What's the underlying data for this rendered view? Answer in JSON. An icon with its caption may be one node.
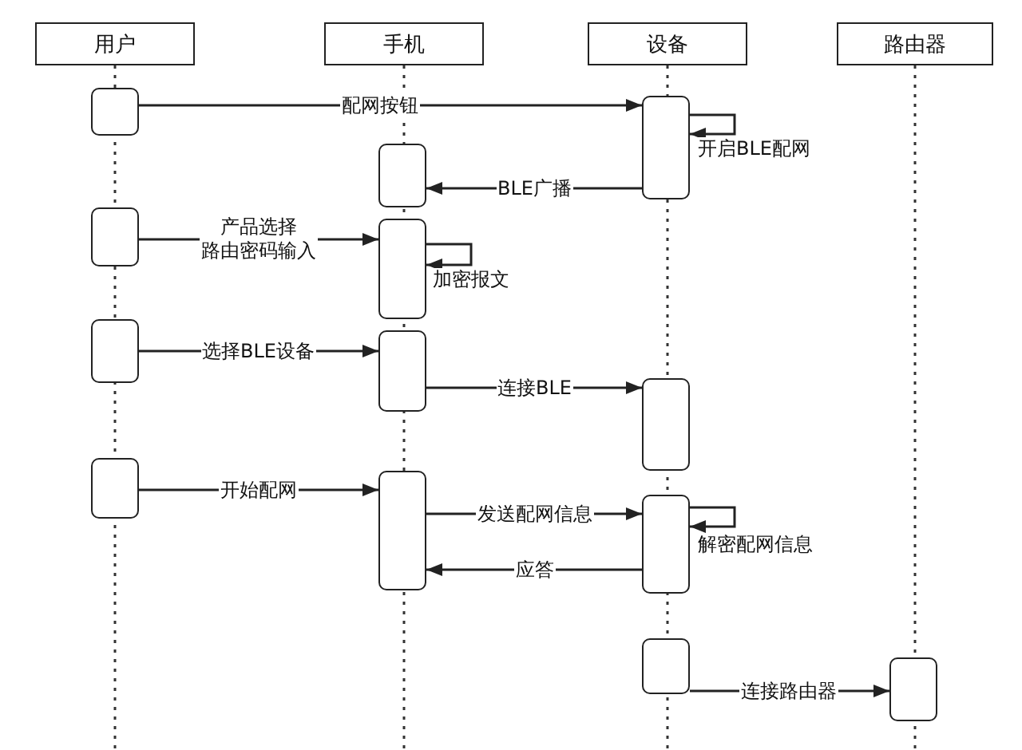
{
  "diagram": {
    "nodes": [
      {
        "text": [
          "用户"
        ]
      },
      {
        "text": [
          "手机"
        ]
      },
      {
        "text": [
          "设备"
        ]
      },
      {
        "text": [
          "路由器"
        ]
      },
      {
        "text": [],
        "shape": "box"
      },
      {
        "text": [],
        "shape": "box"
      },
      {
        "text": [],
        "shape": "box"
      },
      {
        "text": [],
        "shape": "box"
      },
      {
        "text": [],
        "shape": "box"
      },
      {
        "text": [],
        "shape": "box"
      },
      {
        "text": [],
        "shape": "box"
      },
      {
        "text": [],
        "shape": "box"
      },
      {
        "text": [],
        "shape": "box"
      },
      {
        "text": [],
        "shape": "box"
      },
      {
        "text": [],
        "shape": "box"
      },
      {
        "text": [],
        "shape": "box"
      },
      {
        "text": [],
        "shape": "box"
      }
    ],
    "edges": [
      {
        "from": 4,
        "to": 12,
        "arrow": "to",
        "label": "配网按钮"
      },
      {
        "from": 12,
        "to": 12,
        "arrow": "to",
        "label": "开启BLE配网"
      },
      {
        "from": 12,
        "to": 8,
        "arrow": "to",
        "label": "BLE广播"
      },
      {
        "from": 5,
        "to": 9,
        "arrow": "to",
        "label": "产品选择路由密码输入"
      },
      {
        "from": 9,
        "to": 9,
        "arrow": "to",
        "label": "加密报文"
      },
      {
        "from": 6,
        "to": 10,
        "arrow": "to",
        "label": "选择BLE设备"
      },
      {
        "from": 10,
        "to": 13,
        "arrow": "to",
        "label": "连接BLE"
      },
      {
        "from": 7,
        "to": 11,
        "arrow": "to",
        "label": "开始配网"
      },
      {
        "from": 11,
        "to": 14,
        "arrow": "to",
        "label": "发送配网信息"
      },
      {
        "from": 14,
        "to": 14,
        "arrow": "to",
        "label": "解密配网信息"
      },
      {
        "from": 14,
        "to": 11,
        "arrow": "to",
        "label": "应答"
      },
      {
        "from": 15,
        "to": 16,
        "arrow": "to",
        "label": "连接路由器"
      }
    ]
  }
}
